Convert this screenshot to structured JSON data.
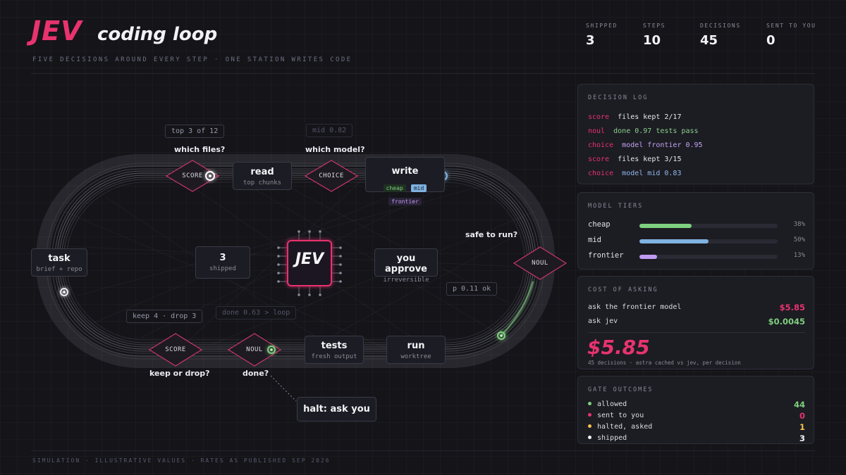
{
  "header": {
    "brand": "JEV",
    "subtitle": "coding loop",
    "tagline": "FIVE DECISIONS AROUND EVERY STEP · ONE STATION WRITES CODE",
    "stats": [
      {
        "label": "SHIPPED",
        "value": "3"
      },
      {
        "label": "STEPS",
        "value": "10"
      },
      {
        "label": "DECISIONS",
        "value": "45"
      },
      {
        "label": "SENT TO YOU",
        "value": "0"
      }
    ]
  },
  "loop": {
    "task": {
      "title": "task",
      "sub": "brief + repo"
    },
    "read": {
      "title": "read",
      "sub": "top chunks"
    },
    "write": {
      "title": "write",
      "tiers": [
        "cheap",
        "mid",
        "frontier"
      ]
    },
    "run": {
      "title": "run",
      "sub": "worktree"
    },
    "tests": {
      "title": "tests",
      "sub": "fresh output"
    },
    "shipped": {
      "value": "3",
      "label": "shipped"
    },
    "approve": {
      "title": "you approve",
      "sub": "irreversible"
    },
    "halt": {
      "title": "halt: ask you"
    },
    "core_label": "JEV",
    "diamonds": {
      "score_top": "SCORE",
      "choice": "CHOICE",
      "noul_right": "NOUL",
      "noul_bottom": "NOUL",
      "score_bottom": "SCORE"
    },
    "questions": {
      "which_files": "which files?",
      "which_model": "which model?",
      "safe_to_run": "safe to run?",
      "done": "done?",
      "keep_or_drop": "keep or drop?"
    },
    "ghosts": {
      "top_files": "top 3 of 12",
      "mid_model": "mid 0.82",
      "p_ok": "p 0.11 ok",
      "keep_drop": "keep 4 · drop 3",
      "done_loop": "done 0.63 > loop"
    }
  },
  "decision_log": {
    "title": "DECISION LOG",
    "rows": [
      {
        "kind": "score",
        "text": "files kept 2/17",
        "color": "#e8336e",
        "text_color": "#e6e6ee"
      },
      {
        "kind": "noul",
        "text": "done 0.97 tests pass",
        "color": "#e8336e",
        "text_color": "#8bd08b"
      },
      {
        "kind": "choice",
        "text": "model frontier 0.95",
        "color": "#e8336e",
        "text_color": "#c4a3f0"
      },
      {
        "kind": "score",
        "text": "files kept 3/15",
        "color": "#e8336e",
        "text_color": "#e6e6ee"
      },
      {
        "kind": "choice",
        "text": "model mid 0.83",
        "color": "#e8336e",
        "text_color": "#8fb8e8"
      }
    ]
  },
  "model_tiers": {
    "title": "MODEL TIERS",
    "rows": [
      {
        "name": "cheap",
        "pct_label": "38%",
        "fraction": 0.38,
        "color": "#7ed07e"
      },
      {
        "name": "mid",
        "pct_label": "50%",
        "fraction": 0.5,
        "color": "#7fb2e0"
      },
      {
        "name": "frontier",
        "pct_label": "13%",
        "fraction": 0.13,
        "color": "#c09af0"
      }
    ]
  },
  "cost": {
    "title": "COST OF ASKING",
    "frontier_label": "ask the frontier model",
    "frontier_value": "$5.85",
    "jev_label": "ask jev",
    "jev_value": "$0.0045",
    "big_value": "$5.85",
    "note": "45 decisions · astra cached vs jev, per decision"
  },
  "gates": {
    "title": "GATE OUTCOMES",
    "rows": [
      {
        "label": "allowed",
        "value": "44",
        "color": "#7ed07e"
      },
      {
        "label": "sent to you",
        "value": "0",
        "color": "#e8336e"
      },
      {
        "label": "halted, asked",
        "value": "1",
        "color": "#f2c14e"
      },
      {
        "label": "shipped",
        "value": "3",
        "color": "#f3f3f7"
      }
    ]
  },
  "footer": "SIMULATION · ILLUSTRATIVE VALUES · RATES AS PUBLISHED SEP 2026",
  "colors": {
    "accent": "#e8336e",
    "good": "#7ed07e",
    "mid": "#7fb2e0",
    "frontier": "#c09af0"
  }
}
